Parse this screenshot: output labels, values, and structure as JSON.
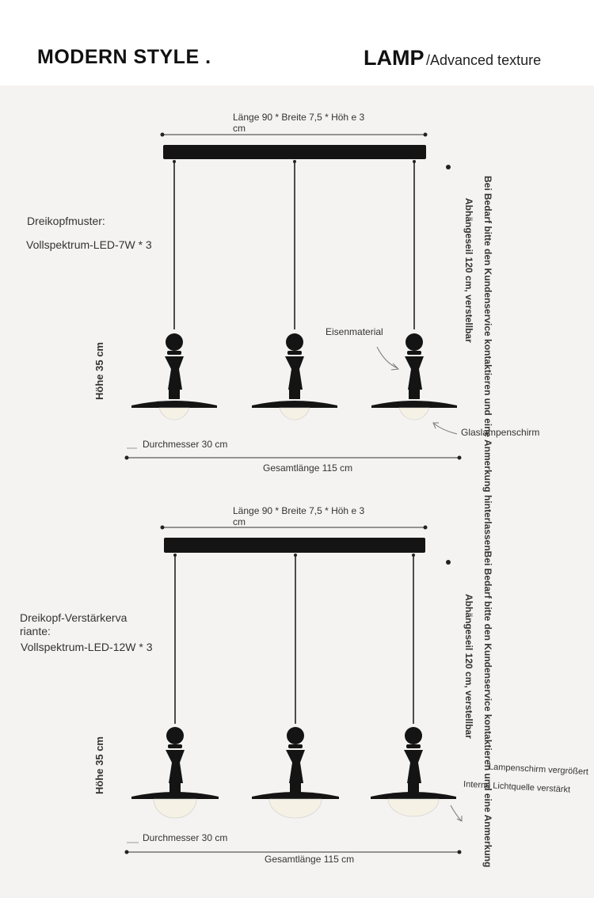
{
  "header": {
    "brand": "MODERN STYLE .",
    "lamp": "LAMP",
    "subtitle": "/Advanced texture"
  },
  "panels": [
    {
      "dim_top": "Länge 90 * Breite 7,5 * Höh e 3 cm",
      "model_title": "Dreikopfmuster:",
      "model_spec": "Vollspektrum-LED-7W * 3",
      "height": "Höhe 35 cm",
      "note_right": "Bei Bedarf bitte den Kundenservice kontaktieren und eine Anmerkung hinterlassenBei Bedarf bitte den Kundenservice kontaktieren und eine Anmerkung",
      "note_wire": "Abhängeseil 120 cm, verstellbar",
      "material": "Eisenmaterial",
      "glass": "Glaslampenschirm",
      "diameter": "Durchmesser 30 cm",
      "total": "Gesamtlänge 115 cm"
    },
    {
      "dim_top": "Länge 90 * Breite 7,5 * Höh e 3 cm",
      "model_title": "Dreikopf-Verstärkerva riante:",
      "model_spec": "Vollspektrum-LED-12W * 3",
      "height": "Höhe 35 cm",
      "note_wire": "Abhängeseil 120 cm, verstellbar",
      "shade_bigger": "Lampenschirm vergrößert",
      "light_bigger": "Interne Lichtquelle verstärkt",
      "diameter": "Durchmesser 30 cm",
      "total": "Gesamtlänge 115 cm"
    }
  ],
  "colors": {
    "lamp_black": "#141414",
    "bulb": "#f5f1e4",
    "line": "#3a3a3a"
  }
}
